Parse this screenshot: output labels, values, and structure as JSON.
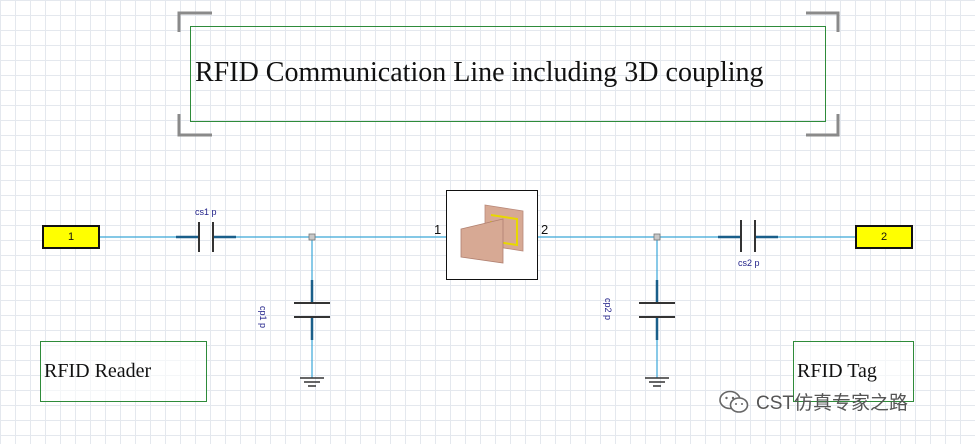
{
  "title": "RFID Communication Line including 3D coupling",
  "ports": {
    "port1": "1",
    "port2": "2"
  },
  "components": {
    "cs1": "cs1 p",
    "cp1": "cp1 p",
    "cs2": "cs2 p",
    "cp2": "cp2 p"
  },
  "block_pins": {
    "left": "1",
    "right": "2"
  },
  "labels": {
    "reader": "RFID Reader",
    "tag": "RFID Tag"
  },
  "watermark": "CST仿真专家之路",
  "colors": {
    "wire": "#3aa6d8",
    "frame": "#2e8b3a",
    "port_fill": "#ffff00",
    "label_text": "#23238a"
  },
  "icons": [
    "capacitor-icon",
    "ground-icon",
    "coupling-block-icon",
    "wechat-icon"
  ]
}
